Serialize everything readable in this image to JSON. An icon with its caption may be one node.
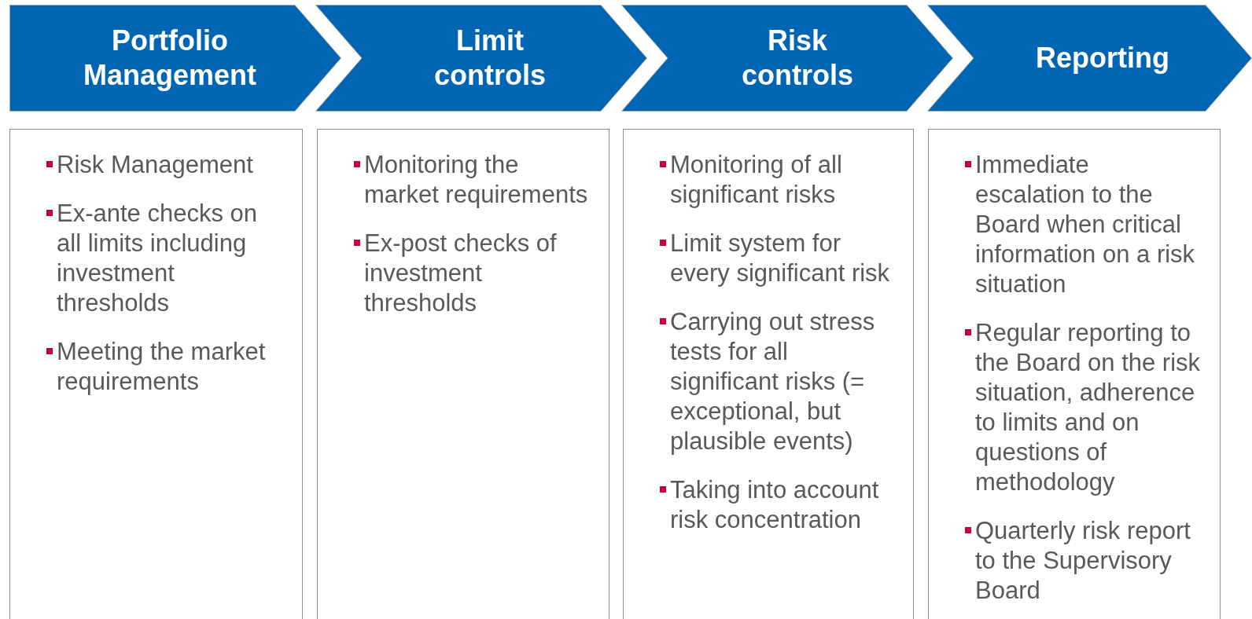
{
  "diagram": {
    "nodes": [
      {
        "text": [
          "Portfolio Management"
        ]
      },
      {
        "text": [
          "Limit controls"
        ]
      },
      {
        "text": [
          "Risk controls"
        ]
      },
      {
        "text": [
          "Reporting"
        ]
      },
      {
        "text": [
          "Risk Management",
          "Ex-ante checks on all limits including investment thresholds",
          "Meeting the market requirements"
        ]
      },
      {
        "text": [
          "Monitoring the market requirements",
          "Ex-post checks of investment thresholds"
        ]
      },
      {
        "text": [
          "Monitoring of all significant risks",
          "Limit system for every significant risk",
          "Carrying out stress tests for all significant risks (= exceptional, but plausible events)",
          "Taking into account risk concentration"
        ]
      },
      {
        "text": [
          "Immediate escalation to the Board when critical information on a risk situation",
          "Regular reporting to the Board on the risk situation, adherence to limits and on questions of methodology",
          "Quarterly risk report to the Supervisory Board"
        ]
      }
    ]
  }
}
